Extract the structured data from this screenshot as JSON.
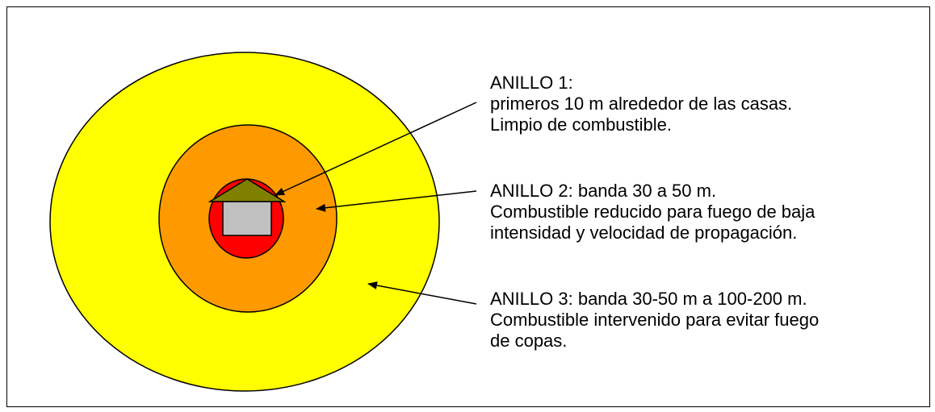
{
  "colors": {
    "ring3": "#ffff00",
    "ring2": "#ff9900",
    "ring1": "#ff0000",
    "roof": "#808000",
    "wall": "#c0c0c0",
    "outline": "#000000"
  },
  "rings": [
    {
      "title": "ANILLO 1:",
      "lines": [
        "ANILLO 1:",
        "primeros 10 m alrededor de las casas.",
        "Limpio de combustible."
      ]
    },
    {
      "title": "ANILLO 2: banda 30 a 50 m.",
      "lines": [
        "ANILLO 2: banda 30 a 50 m.",
        "Combustible reducido para fuego de baja",
        "intensidad y velocidad de propagación."
      ]
    },
    {
      "title": "ANILLO 3: banda 30-50 m a 100-200 m.",
      "lines": [
        "ANILLO 3: banda 30-50 m a 100-200 m.",
        "Combustible intervenido para evitar fuego",
        "de copas."
      ]
    }
  ]
}
